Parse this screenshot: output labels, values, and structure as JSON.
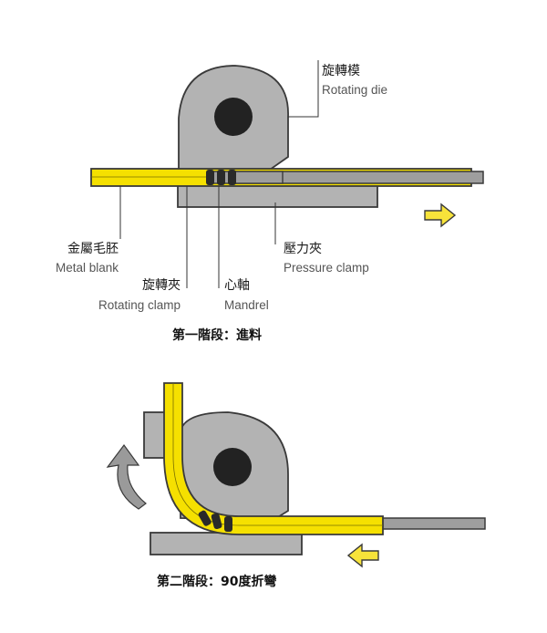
{
  "labels": {
    "rotating_die": {
      "zh": "旋轉模",
      "en": "Rotating die"
    },
    "metal_blank": {
      "zh": "金屬毛胚",
      "en": "Metal blank"
    },
    "pressure_clamp": {
      "zh": "壓力夾",
      "en": "Pressure clamp"
    },
    "rotating_clamp": {
      "zh": "旋轉夾",
      "en": "Rotating clamp"
    },
    "mandrel": {
      "zh": "心軸",
      "en": "Mandrel"
    }
  },
  "captions": {
    "stage1": "第一階段：進料",
    "stage2": "第二階段：90度折彎"
  },
  "colors": {
    "die_gray": "#b3b3b3",
    "hub_dark": "#222222",
    "metal_yellow": "#f5e000",
    "arrow_yellow": "#f7e33a",
    "curved_arrow_gray": "#9a9a9a",
    "outline": "#3a3a3a"
  },
  "icons": {
    "stage1_arrow": "arrow-right-icon",
    "stage2_arrow": "arrow-left-icon",
    "rotation_arrow": "curved-arrow-up-icon"
  }
}
